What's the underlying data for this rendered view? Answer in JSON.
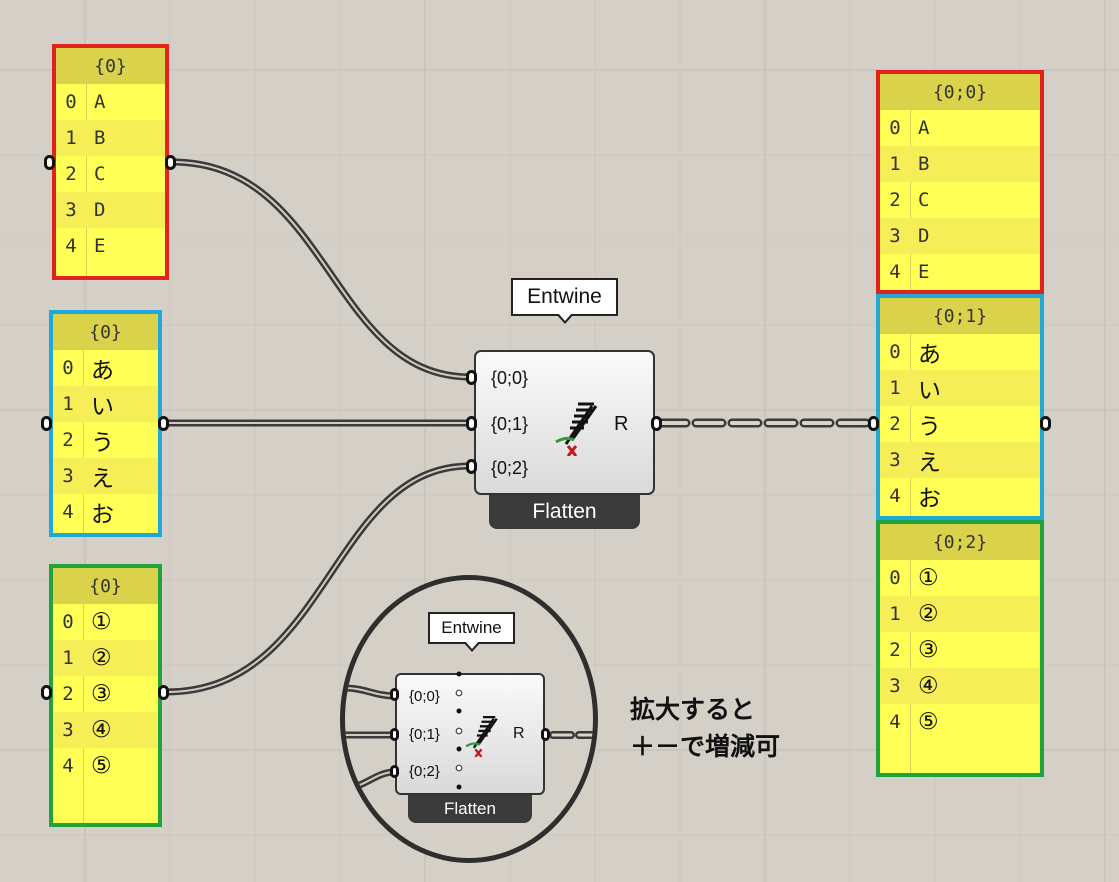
{
  "colors": {
    "canvas": "#d4d0c8",
    "panel_fill": "#ffff55",
    "panel_header": "#dad24a",
    "frame_red": "#e0231b",
    "frame_blue": "#22a8d8",
    "frame_green": "#1fa43c",
    "component_label": "#3a3a3a"
  },
  "input_panels": [
    {
      "id": "left-top",
      "frame": "red",
      "header": "{0}",
      "big": false,
      "items": [
        {
          "i": "0",
          "v": "A"
        },
        {
          "i": "1",
          "v": "B"
        },
        {
          "i": "2",
          "v": "C"
        },
        {
          "i": "3",
          "v": "D"
        },
        {
          "i": "4",
          "v": "E"
        }
      ]
    },
    {
      "id": "left-middle",
      "frame": "blue",
      "header": "{0}",
      "big": true,
      "items": [
        {
          "i": "0",
          "v": "あ"
        },
        {
          "i": "1",
          "v": "い"
        },
        {
          "i": "2",
          "v": "う"
        },
        {
          "i": "3",
          "v": "え"
        },
        {
          "i": "4",
          "v": "お"
        }
      ]
    },
    {
      "id": "left-bottom",
      "frame": "green",
      "header": "{0}",
      "big": true,
      "items": [
        {
          "i": "0",
          "v": "①"
        },
        {
          "i": "1",
          "v": "②"
        },
        {
          "i": "2",
          "v": "③"
        },
        {
          "i": "3",
          "v": "④"
        },
        {
          "i": "4",
          "v": "⑤"
        }
      ]
    }
  ],
  "output_panels": [
    {
      "id": "right-branch-0",
      "frame": "red",
      "header": "{0;0}",
      "big": false,
      "items": [
        {
          "i": "0",
          "v": "A"
        },
        {
          "i": "1",
          "v": "B"
        },
        {
          "i": "2",
          "v": "C"
        },
        {
          "i": "3",
          "v": "D"
        },
        {
          "i": "4",
          "v": "E"
        }
      ]
    },
    {
      "id": "right-branch-1",
      "frame": "blue",
      "header": "{0;1}",
      "big": true,
      "items": [
        {
          "i": "0",
          "v": "あ"
        },
        {
          "i": "1",
          "v": "い"
        },
        {
          "i": "2",
          "v": "う"
        },
        {
          "i": "3",
          "v": "え"
        },
        {
          "i": "4",
          "v": "お"
        }
      ]
    },
    {
      "id": "right-branch-2",
      "frame": "green",
      "header": "{0;2}",
      "big": true,
      "items": [
        {
          "i": "0",
          "v": "①"
        },
        {
          "i": "1",
          "v": "②"
        },
        {
          "i": "2",
          "v": "③"
        },
        {
          "i": "3",
          "v": "④"
        },
        {
          "i": "4",
          "v": "⑤"
        }
      ]
    }
  ],
  "component": {
    "name": "Entwine",
    "inputs": [
      "{0;0}",
      "{0;1}",
      "{0;2}"
    ],
    "output": "R",
    "nickname": "Flatten",
    "icon": "entwine-icon"
  },
  "zoom_inset": {
    "name": "Entwine",
    "inputs": [
      "{0;0}",
      "{0;1}",
      "{0;2}"
    ],
    "output": "R",
    "nickname": "Flatten",
    "zoom_hint_icon": "plus-minus-zoom-dots"
  },
  "note": {
    "line1": "拡大すると",
    "line2": "＋－で増減可"
  }
}
